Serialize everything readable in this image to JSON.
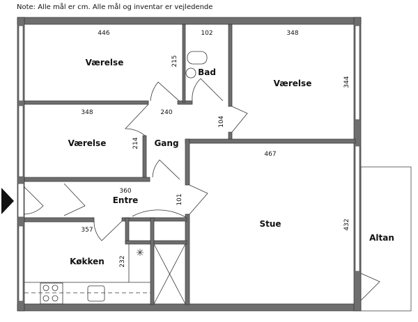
{
  "note": "Note: Alle mål er cm. Alle mål og inventar er vejledende",
  "rooms": {
    "bedroom1": {
      "label": "Værelse",
      "width": "446",
      "depth": "215"
    },
    "bathroom": {
      "label": "Bad",
      "width": "102"
    },
    "bedroom2": {
      "label": "Værelse",
      "width": "348",
      "depth": "344"
    },
    "bedroom3": {
      "label": "Værelse",
      "width": "348",
      "depth": "214"
    },
    "hallway": {
      "label": "Gang",
      "width": "240",
      "depth": "104"
    },
    "living": {
      "label": "Stue",
      "width": "467",
      "depth": "432"
    },
    "entrance": {
      "label": "Entre",
      "width": "360",
      "depth": "101"
    },
    "kitchen": {
      "label": "Køkken",
      "width": "357",
      "depth": "232"
    },
    "balcony": {
      "label": "Altan"
    }
  }
}
